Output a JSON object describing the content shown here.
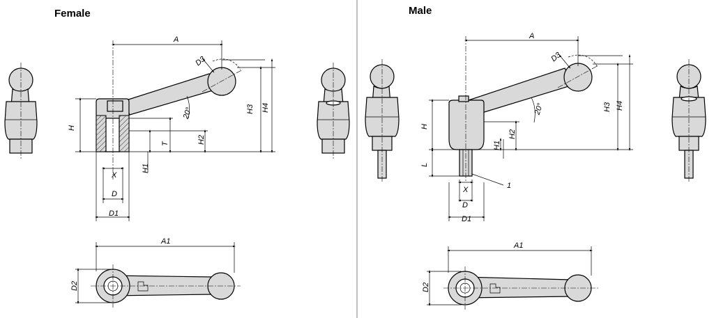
{
  "panels": {
    "female": {
      "title": "Female"
    },
    "male": {
      "title": "Male"
    }
  },
  "female_labels": {
    "A": "A",
    "D3": "D3",
    "H3": "H3",
    "H4": "H4",
    "H": "H",
    "H2": "H2",
    "T": "T",
    "H1": "H1",
    "angle": "20°",
    "X": "X",
    "D": "D",
    "D1": "D1",
    "A1": "A1",
    "D2": "D2"
  },
  "male_labels": {
    "A": "A",
    "D3": "D3",
    "H3": "H3",
    "H4": "H4",
    "H": "H",
    "H2": "H2",
    "H1": "H1",
    "L": "L",
    "angle": "20°",
    "X": "X",
    "D": "D",
    "D1": "D1",
    "callout": "1",
    "A1": "A1",
    "D2": "D2"
  }
}
